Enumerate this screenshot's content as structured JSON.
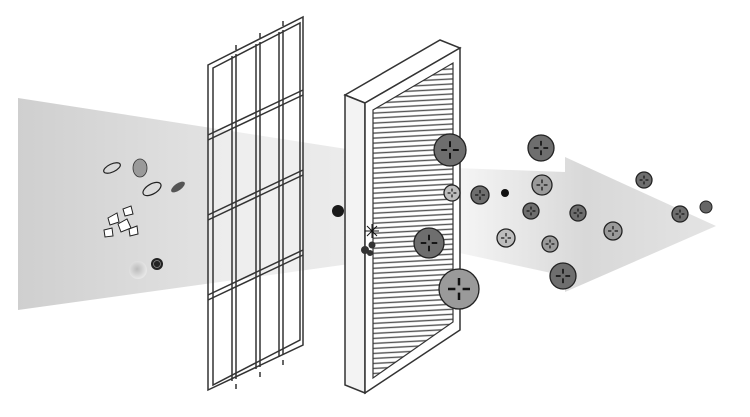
{
  "diagram": {
    "type": "air-purifier-filtration-illustration",
    "stages": [
      {
        "name": "airflow-beam",
        "color": "#d9d9d9"
      },
      {
        "name": "pre-filter-grid",
        "color": "#ffffff",
        "stroke": "#333333"
      },
      {
        "name": "hepa-filter",
        "color": "#ffffff",
        "stroke": "#333333"
      },
      {
        "name": "ionized-output-arrow",
        "color": "#d0d0d0"
      }
    ],
    "particles": {
      "before_prefilter": [
        "hair-fiber",
        "pollen",
        "dust-clump",
        "smoke-particle"
      ],
      "between_filters": [
        "fine-particle",
        "mold-spore"
      ],
      "after_filter": "negative-ions"
    },
    "ion_colors": {
      "dark": "#6e6e6e",
      "medium": "#9a9a9a",
      "light": "#bdbdbd",
      "mark": "#111111"
    }
  }
}
